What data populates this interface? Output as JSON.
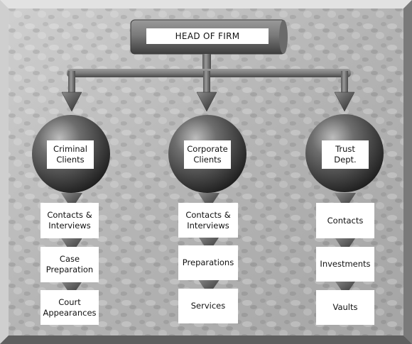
{
  "colors": {
    "background": "#b9b9b9",
    "frame": "#6f6f6f",
    "connector": "#6b6b6b",
    "sphere": "#3d3d3d",
    "label_box": "#ffffff",
    "text": "#111111"
  },
  "head": {
    "label": "HEAD OF FIRM"
  },
  "columns": [
    {
      "department": "Criminal\nClients",
      "steps": [
        "Contacts &\nInterviews",
        "Case\nPreparation",
        "Court\nAppearances"
      ]
    },
    {
      "department": "Corporate\nClients",
      "steps": [
        "Contacts &\nInterviews",
        "Preparations",
        "Services"
      ]
    },
    {
      "department": "Trust\nDept.",
      "steps": [
        "Contacts",
        "Investments",
        "Vaults"
      ]
    }
  ]
}
